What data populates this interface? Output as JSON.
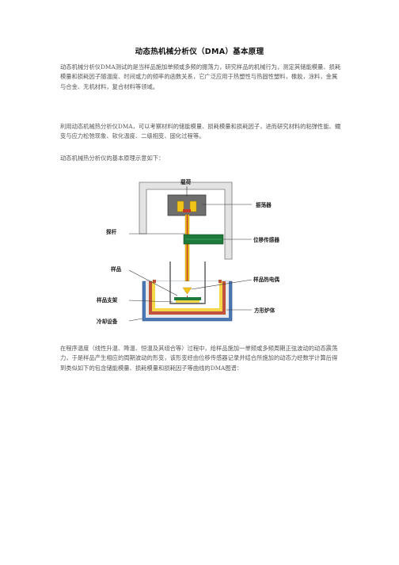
{
  "document": {
    "title": "动态热机械分析仪（DMA）基本原理",
    "paragraphs": [
      "动态机械分析仪DMA测试的是当样品施加单频或多频的振荡力，研究样品的机械行为，测定其储能模量、损耗模量和损耗因子随温度、时间或力的频率的函数关系，它广泛应用于热塑性与热固性塑料，橡胶，涂料，金属与合金、无机材料，复合材料等领域。",
      "利用动态机械热分析仪DMA，可以考察材料的储能模量、损耗模量和损耗因子，进而研究材料的粘弹性能、蠕变与应力松弛现象、软化温度、二级相变、固化过程等。",
      "动态机械热分析仪的基本原理示意如下：",
      "在程序温度（线性升温、降温、恒温及其组合等）过程中，给样品施加一单频或多频周期正弦波动的动态震荡力，于是样品产生相应的周期波动的形变，该形变经由位移传感器记录并结合所施加的动态力经数学计算后得到类似如下的包含储能模量、损耗模量和损耗因子等曲线的DMA图谱："
    ]
  },
  "diagram": {
    "labels": {
      "load": "载荷",
      "spring": "振荡器",
      "probe": "探杆",
      "sensor": "位移传感器",
      "sample": "样品",
      "thermocouple": "样品热电偶",
      "support": "样品支架",
      "furnace": "方形炉体",
      "cooling": "冷却设备"
    },
    "colors": {
      "frame": "#d9d9d9",
      "sensor": "#1e7a3a",
      "probe": "#f0c419",
      "probe_core": "#c0392b",
      "furnace_wall": "#c0523a",
      "cooling_wall": "#4a78b5",
      "heater_core": "#f5d84a"
    }
  }
}
